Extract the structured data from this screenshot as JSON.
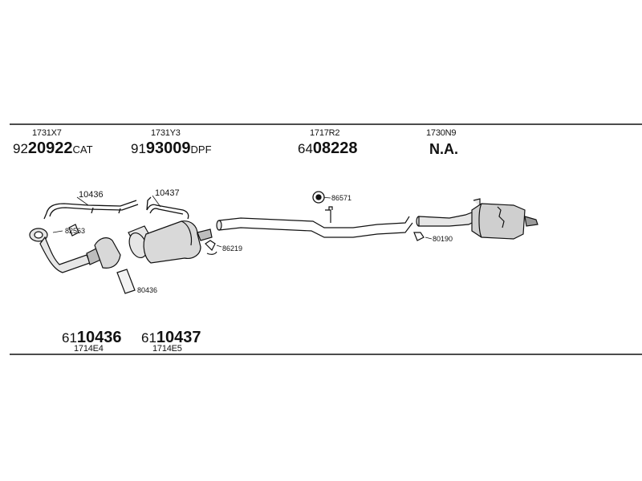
{
  "parts_top": [
    {
      "oe": "1731X7",
      "prefix": "92",
      "bold": "20922",
      "suffix": "CAT"
    },
    {
      "oe": "1731Y3",
      "prefix": "91",
      "bold": "93009",
      "suffix": "DPF"
    },
    {
      "oe": "1717R2",
      "prefix": "64",
      "bold": "08228",
      "suffix": ""
    },
    {
      "oe": "1730N9",
      "prefix": "",
      "bold": "N.A.",
      "suffix": ""
    }
  ],
  "parts_bottom": [
    {
      "oe": "1714E4",
      "prefix": "61",
      "bold": "10436"
    },
    {
      "oe": "1714E5",
      "prefix": "61",
      "bold": "10437"
    }
  ],
  "callouts": {
    "c10436": "10436",
    "c10437": "10437",
    "c82563": "82563",
    "c86571": "86571",
    "c86219": "86219",
    "c80190": "80190",
    "c80436": "80436"
  },
  "colors": {
    "line": "#111111",
    "part_fill": "#e6e6e6",
    "part_shade": "#9a9a9a"
  }
}
